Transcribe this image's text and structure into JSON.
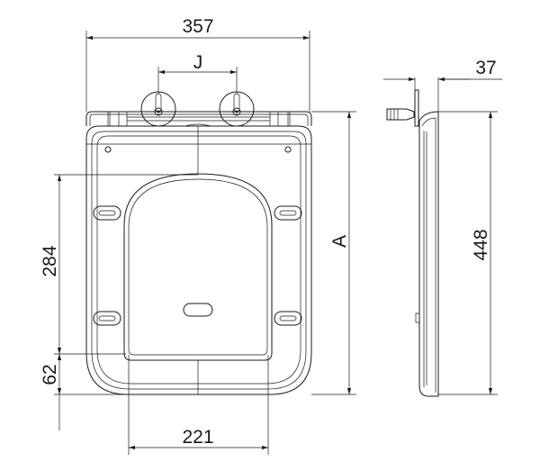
{
  "dimensions": {
    "overall_width": "357",
    "hinge_spacing": "J",
    "side_depth": "37",
    "front_height": "A",
    "side_length": "448",
    "opening_length": "284",
    "front_rim": "62",
    "opening_width": "221"
  },
  "colors": {
    "line": "#1a1a1a",
    "background": "#ffffff"
  }
}
